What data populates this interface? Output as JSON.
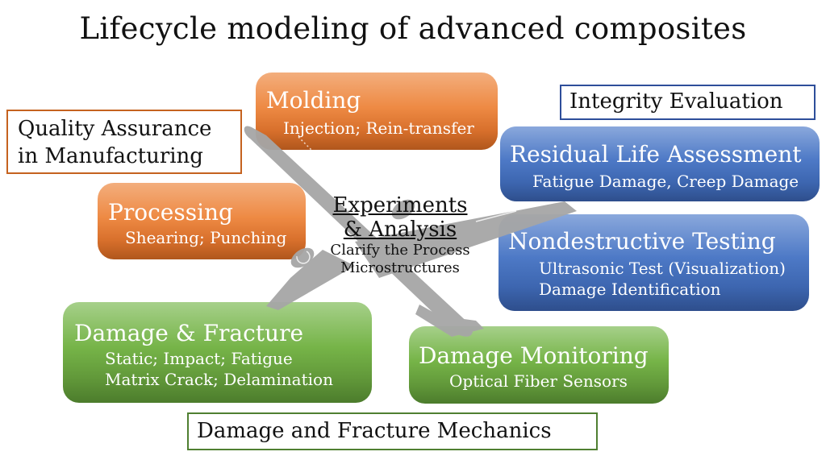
{
  "title": "Lifecycle modeling of advanced composites",
  "colors": {
    "orange": "#ee8a44",
    "blue": "#4d79c6",
    "green": "#76b448",
    "orange_border": "#c5621f",
    "blue_border": "#2e4e9a",
    "green_border": "#4f7f31",
    "plane": "#a6a6a6"
  },
  "labels": {
    "quality_assurance": [
      "Quality Assurance",
      "in Manufacturing"
    ],
    "integrity_evaluation": "Integrity Evaluation",
    "damage_fracture_mechanics": "Damage and Fracture Mechanics"
  },
  "center": {
    "heading": [
      "Experiments",
      "& Analysis"
    ],
    "lines": [
      "Clarify the Process",
      "Microstructures"
    ]
  },
  "boxes": {
    "molding": {
      "title": "Molding",
      "lines": [
        "Injection; Rein-transfer"
      ]
    },
    "processing": {
      "title": "Processing",
      "lines": [
        "Shearing; Punching"
      ]
    },
    "residual_life": {
      "title": "Residual Life Assessment",
      "lines": [
        "Fatigue Damage, Creep Damage"
      ]
    },
    "nondestructive": {
      "title": "Nondestructive Testing",
      "lines": [
        "Ultrasonic Test (Visualization)",
        "Damage Identification"
      ]
    },
    "damage_fracture": {
      "title": "Damage & Fracture",
      "lines": [
        "Static; Impact; Fatigue",
        "Matrix Crack; Delamination"
      ]
    },
    "damage_monitoring": {
      "title": "Damage Monitoring",
      "lines": [
        "Optical Fiber Sensors"
      ]
    }
  }
}
